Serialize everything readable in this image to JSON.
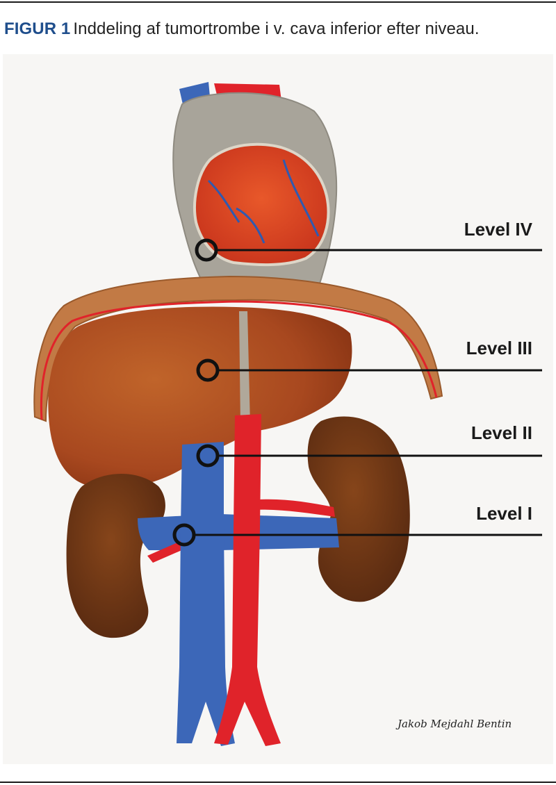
{
  "caption": {
    "figure_label": "FIGUR 1",
    "text": "Inddeling af tumortrombe i v. cava inferior efter niveau."
  },
  "levels": [
    {
      "label": "Level IV"
    },
    {
      "label": "Level III"
    },
    {
      "label": "Level II"
    },
    {
      "label": "Level I"
    }
  ],
  "signature": "Jakob Mejdahl Bentin",
  "colors": {
    "caption_accent": "#1f4e8c",
    "vein": "#3c67b8",
    "artery": "#e0232a",
    "liver": "#a8481f",
    "kidney": "#6e3613",
    "pericardium": "#a8a49a",
    "diaphragm": "#c27a45"
  }
}
